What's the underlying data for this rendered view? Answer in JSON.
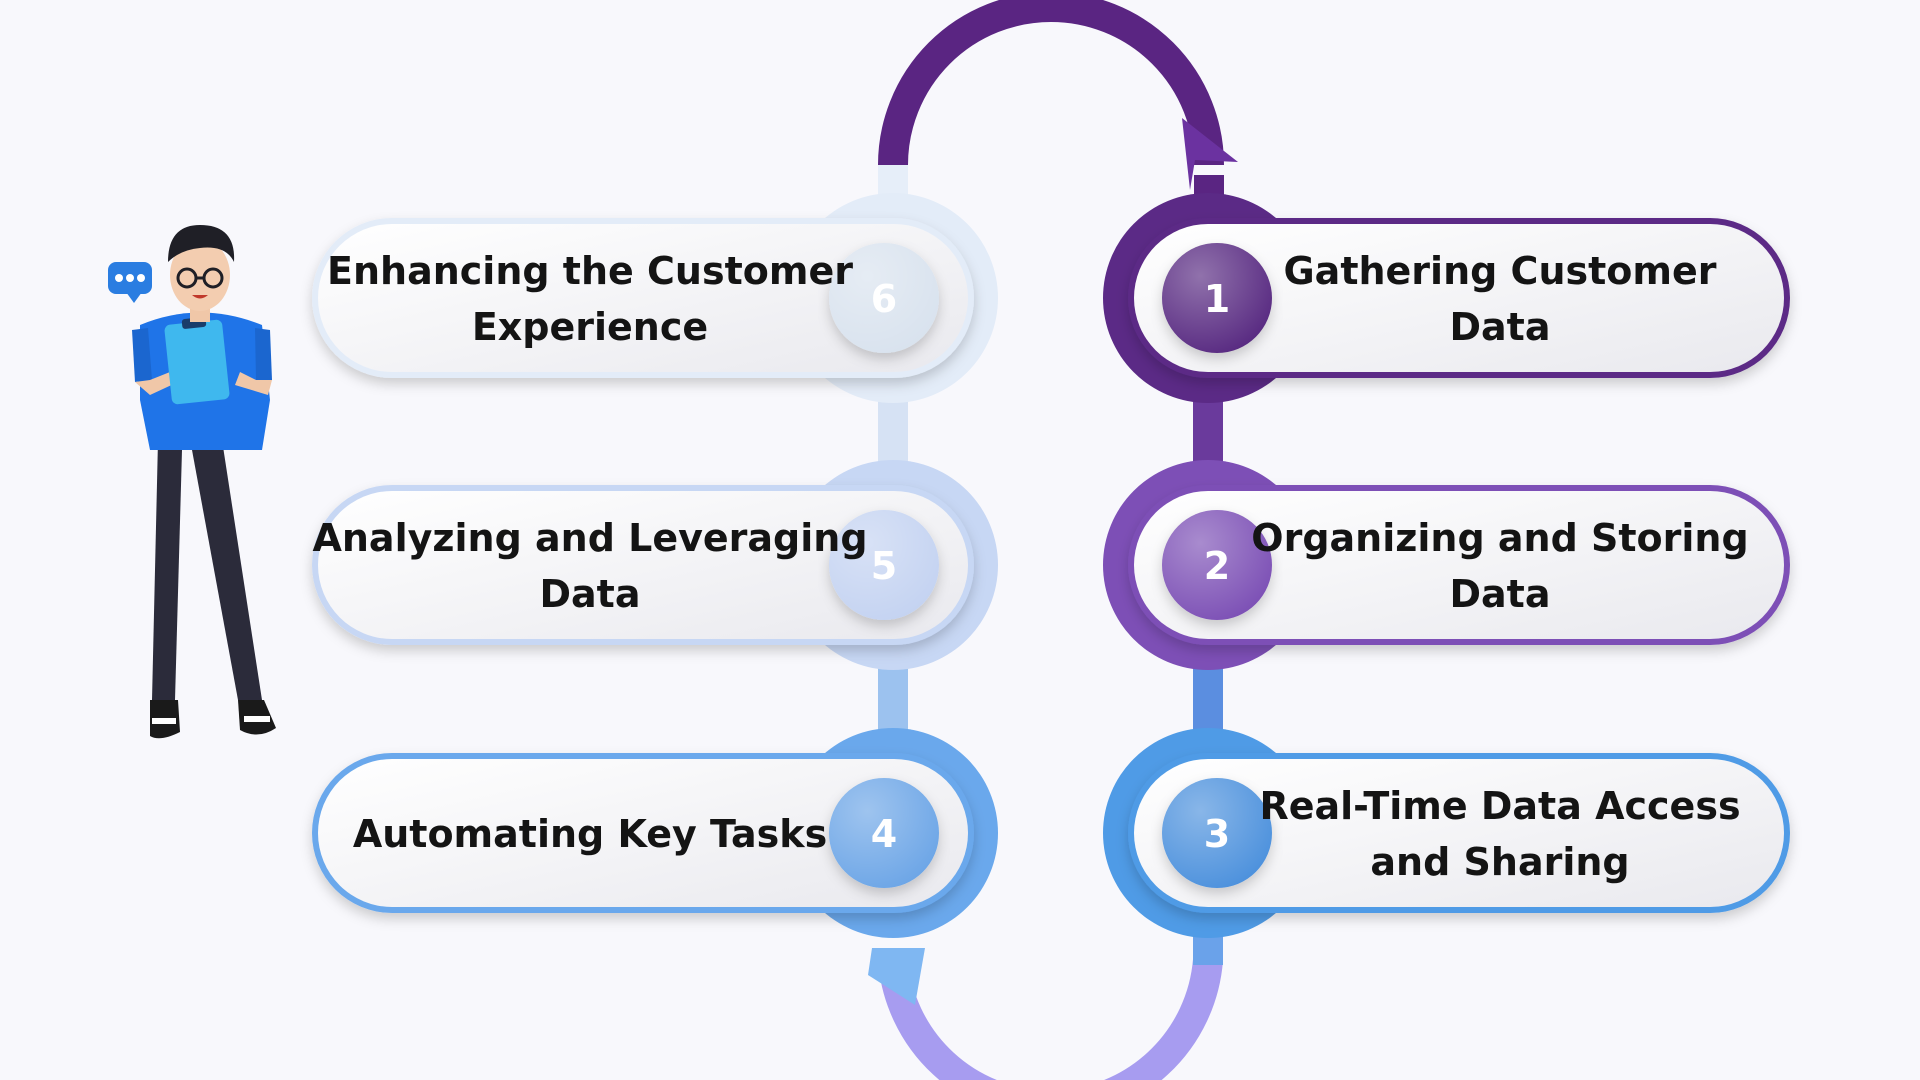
{
  "steps": [
    {
      "number": "1",
      "title_lines": [
        "Gathering Customer",
        "Data"
      ],
      "color": "#5b2a86",
      "badge": "#55287f"
    },
    {
      "number": "2",
      "title_lines": [
        "Organizing and Storing",
        "Data"
      ],
      "color": "#7d4fb6",
      "badge": "#7a4eb4"
    },
    {
      "number": "3",
      "title_lines": [
        "Real-Time Data Access",
        "and Sharing"
      ],
      "color": "#4f9be6",
      "badge": "#4a8fdc"
    },
    {
      "number": "4",
      "title_lines": [
        "Automating Key Tasks"
      ],
      "color": "#6aa8ec",
      "badge": "#6aa4e6"
    },
    {
      "number": "5",
      "title_lines": [
        "Analyzing and Leveraging",
        "Data"
      ],
      "color": "#c7d7f4",
      "badge": "#c3d2f1"
    },
    {
      "number": "6",
      "title_lines": [
        "Enhancing the Customer",
        "Experience"
      ],
      "color": "#e3ecf8",
      "badge": "#d8e2ee"
    }
  ],
  "colors": {
    "top_arc": "#5a2582",
    "bottom_arc": "#a79cf0",
    "bottom_arrow": "#7fb7f2",
    "shirt": "#1f74e8",
    "clipboard": "#3fb8ee",
    "speech_bubble": "#2a7de1",
    "pants": "#2b2b3a"
  },
  "icons": {
    "speech": "speech-bubble-icon"
  }
}
